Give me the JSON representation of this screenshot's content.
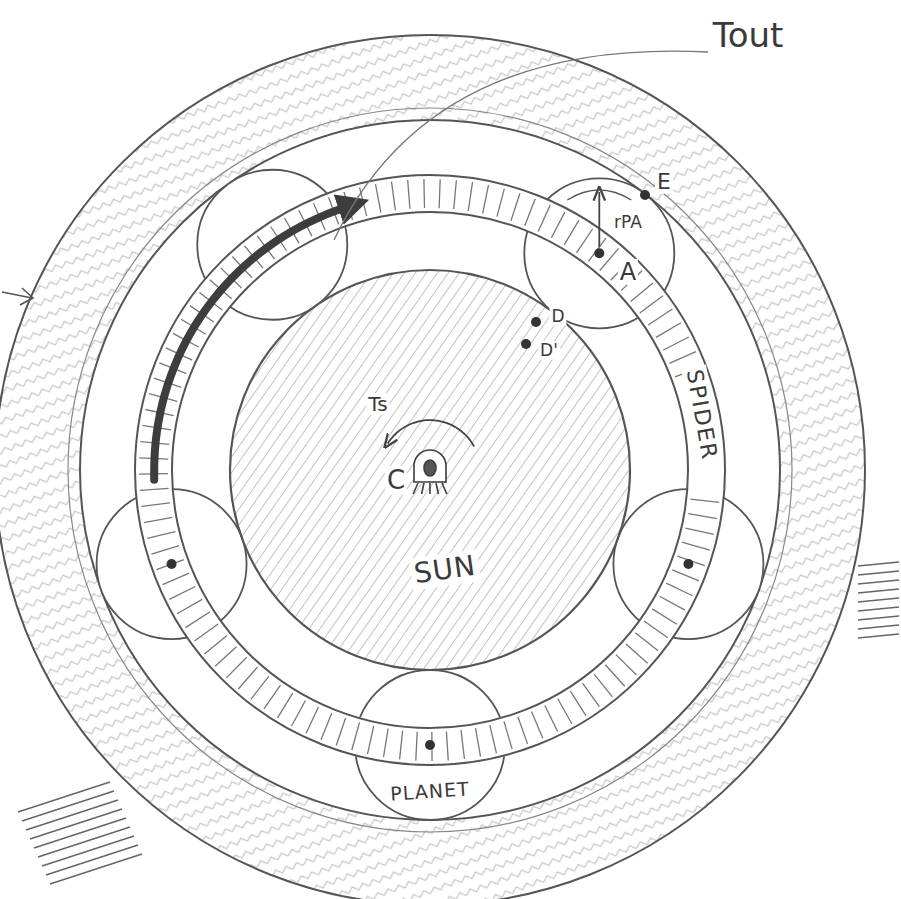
{
  "diagram": {
    "nodes": [
      {
        "text": [
          "SPIDER"
        ]
      },
      {
        "text": [
          "SUN"
        ]
      },
      {
        "text": [
          "PLANET"
        ]
      }
    ],
    "labels": [
      "Tout",
      "E",
      "rPA",
      "A",
      "D",
      "D'",
      "Ts",
      "C"
    ]
  }
}
